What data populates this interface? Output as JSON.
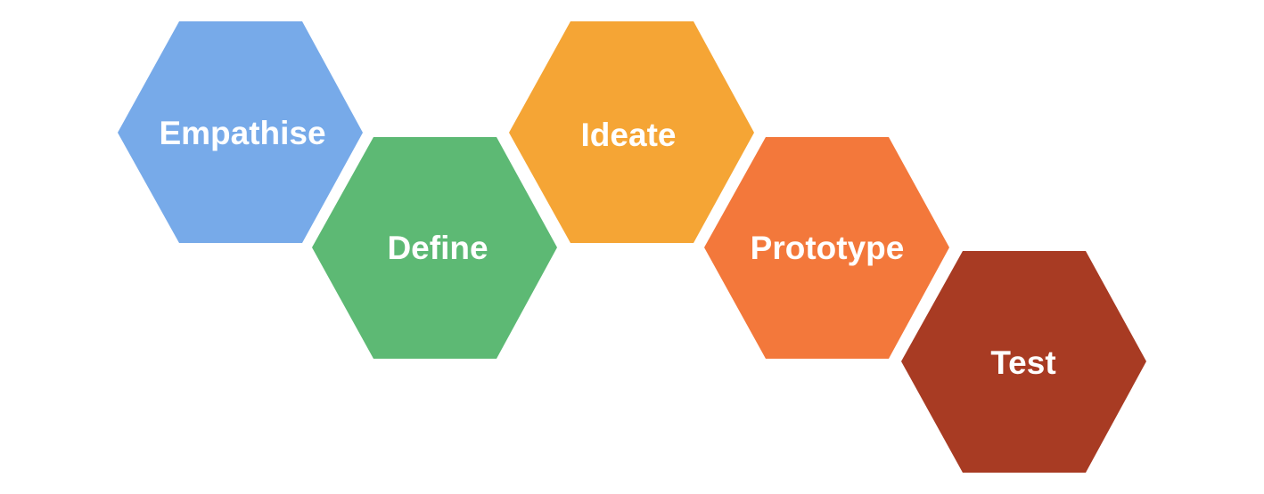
{
  "diagram": {
    "stages": [
      {
        "label": "Empathise",
        "color": "#77AAE9"
      },
      {
        "label": "Define",
        "color": "#5DB974"
      },
      {
        "label": "Ideate",
        "color": "#F5A535"
      },
      {
        "label": "Prototype",
        "color": "#F3783B"
      },
      {
        "label": "Test",
        "color": "#A83B23"
      }
    ]
  }
}
